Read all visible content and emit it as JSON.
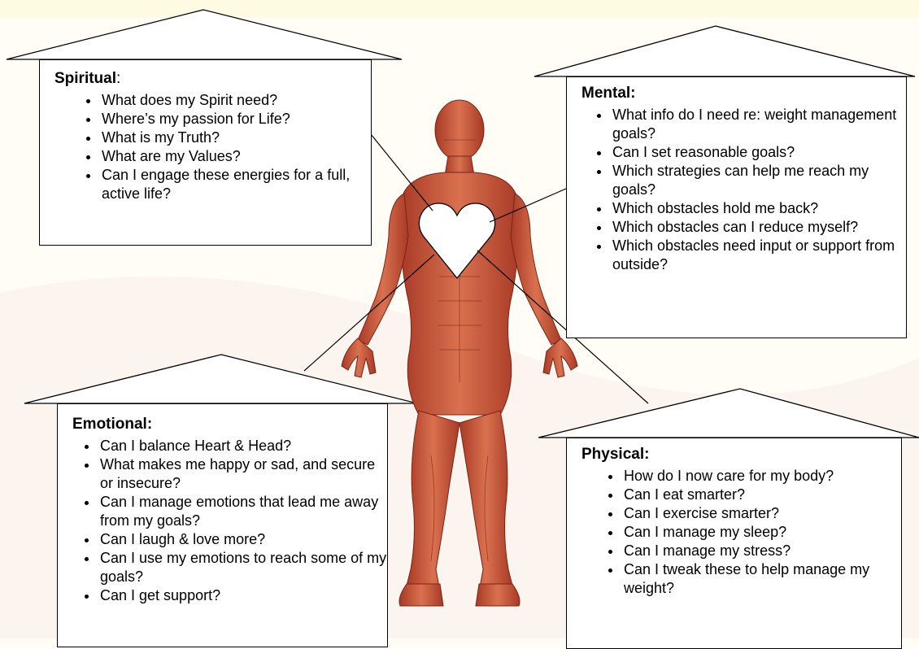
{
  "colors": {
    "background": "#fffdf6",
    "muscle": "#c8543a",
    "line": "#000000"
  },
  "spiritual": {
    "title": "Spiritual",
    "title_suffix": ":",
    "items": [
      "What does my Spirit need?",
      "Where’s my passion for Life?",
      "What is my Truth?",
      "What are my Values?",
      "Can I engage these energies for a full, active life?"
    ]
  },
  "mental": {
    "title": "Mental:",
    "items": [
      "What info do I need re: weight management goals?",
      "Can I set reasonable goals?",
      "Which strategies can help me reach my goals?",
      "Which obstacles hold me back?",
      "Which obstacles can I reduce myself?",
      "Which obstacles need input or support from outside?"
    ]
  },
  "emotional": {
    "title": "Emotional:",
    "items": [
      "Can I balance Heart & Head?",
      "What makes me happy or sad, and secure or insecure?",
      "Can I manage emotions that lead me away from my goals?",
      "Can I laugh & love more?",
      "Can I use my emotions to reach some of my goals?",
      "Can I get support?"
    ]
  },
  "physical": {
    "title": "Physical:",
    "items": [
      "How do I now care for my body?",
      "Can I eat smarter?",
      "Can I exercise smarter?",
      "Can I manage my sleep?",
      "Can I manage my stress?",
      "Can I tweak these to help manage my weight?"
    ]
  }
}
